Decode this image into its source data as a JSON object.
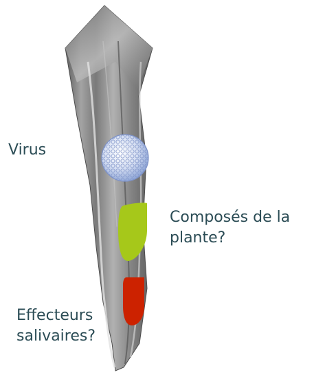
{
  "labels": {
    "virus": "Virus",
    "plant_compounds": "Composés de la\nplante?",
    "salivary_effectors": "Effecteurs\nsalivaires?"
  },
  "colors": {
    "background": "#ffffff",
    "text": "#2b4c55",
    "stylet_gray": "#8c8c8c",
    "virus_blue": "#b7c6e6",
    "plant_green": "#a6c81a",
    "saliva_red": "#cc2200"
  }
}
